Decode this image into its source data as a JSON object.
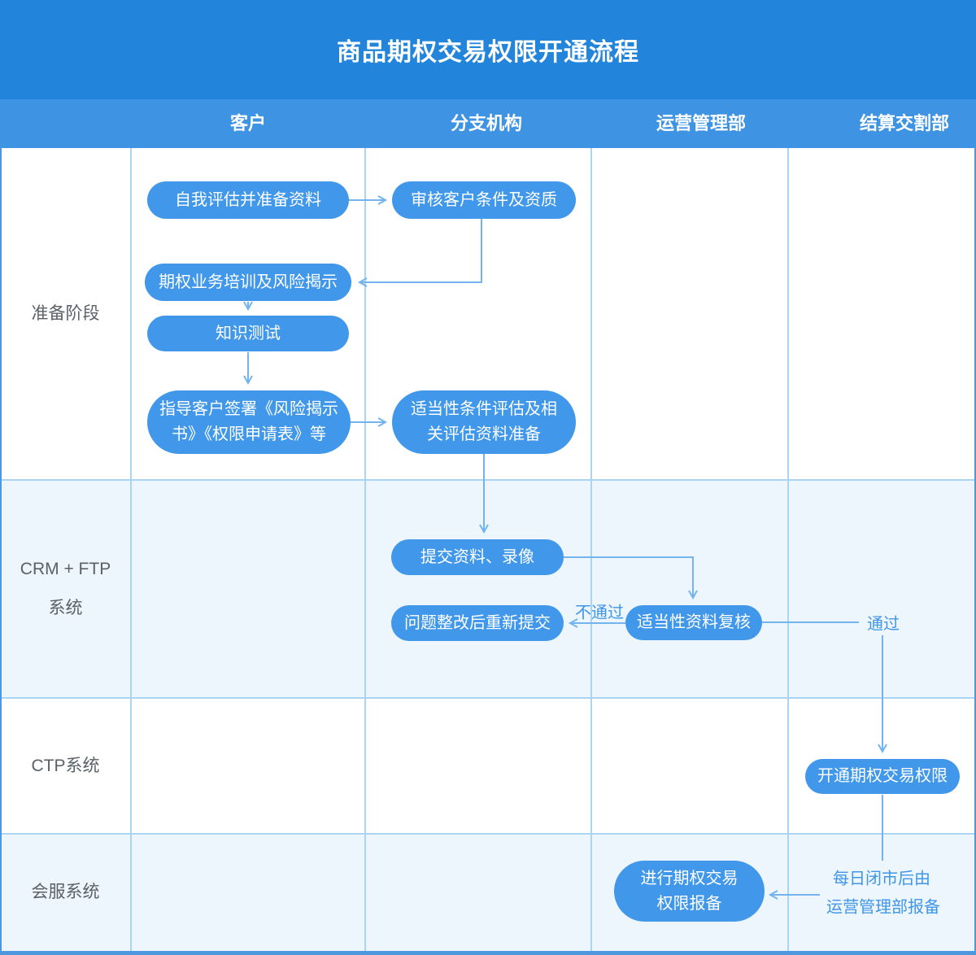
{
  "title": "商品期权交易权限开通流程",
  "columns": [
    "客户",
    "分支机构",
    "运营管理部",
    "结算交割部"
  ],
  "row_labels": [
    {
      "lines": [
        "准备阶段"
      ]
    },
    {
      "lines": [
        "CRM + FTP",
        "系统"
      ]
    },
    {
      "lines": [
        "CTP系统"
      ]
    },
    {
      "lines": [
        "会服系统"
      ]
    }
  ],
  "nodes": {
    "self_assess": {
      "label": "自我评估并准备资料"
    },
    "review_conditions": {
      "label": "审核客户条件及资质"
    },
    "training": {
      "label": "期权业务培训及风险揭示"
    },
    "knowledge_test": {
      "label": "知识测试"
    },
    "sign_docs": {
      "lines": [
        "指导客户签署《风险揭示",
        "书》《权限申请表》等"
      ]
    },
    "suitability_eval": {
      "lines": [
        "适当性条件评估及相",
        "关评估资料准备"
      ]
    },
    "submit_materials": {
      "label": "提交资料、录像"
    },
    "resubmit": {
      "label": "问题整改后重新提交"
    },
    "suitability_review": {
      "label": "适当性资料复核"
    },
    "open_permission": {
      "label": "开通期权交易权限"
    },
    "filing": {
      "lines": [
        "进行期权交易",
        "权限报备"
      ]
    }
  },
  "edge_labels": {
    "fail": "不通过",
    "pass": "通过",
    "daily_note_line1": "每日闭市后由",
    "daily_note_line2": "运营管理部报备"
  },
  "colors": {
    "title_bar": "#2285db",
    "header_bar": "#3e93e3",
    "node_fill": "#4197e9",
    "connector": "#73b4ef",
    "row_alt": "#edf5fd",
    "grid_line": "#abd4f3",
    "lane_label_text": "#5a6168",
    "edge_label_text": "#3f96e9",
    "frame": "#4d98de"
  }
}
